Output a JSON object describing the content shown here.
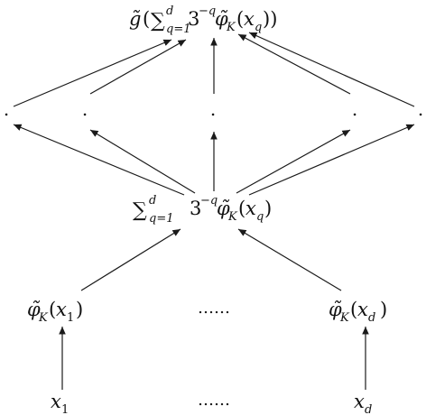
{
  "diagram": {
    "nodes": {
      "top": {
        "text": "g̃(∑_{q=1}^{d} 3^{-q} φ̃_K(x_q))"
      },
      "mid_dots": {
        "left": ".",
        "center_left": ".",
        "center": ".",
        "center_right": ".",
        "right": "."
      },
      "sum": {
        "text": "∑_{q=1}^{d} 3^{-q} φ̃_K(x_q)"
      },
      "phi_1": {
        "text": "φ̃_K(x_1)"
      },
      "phi_ellipsis": "……",
      "phi_d": {
        "text": "φ̃_K(x_d)"
      },
      "x_1": {
        "text": "x_1"
      },
      "x_ellipsis": "……",
      "x_d": {
        "text": "x_d"
      }
    },
    "colors": {
      "ink": "#111111",
      "edge": "#1a1a1a",
      "background": "#ffffff"
    }
  }
}
